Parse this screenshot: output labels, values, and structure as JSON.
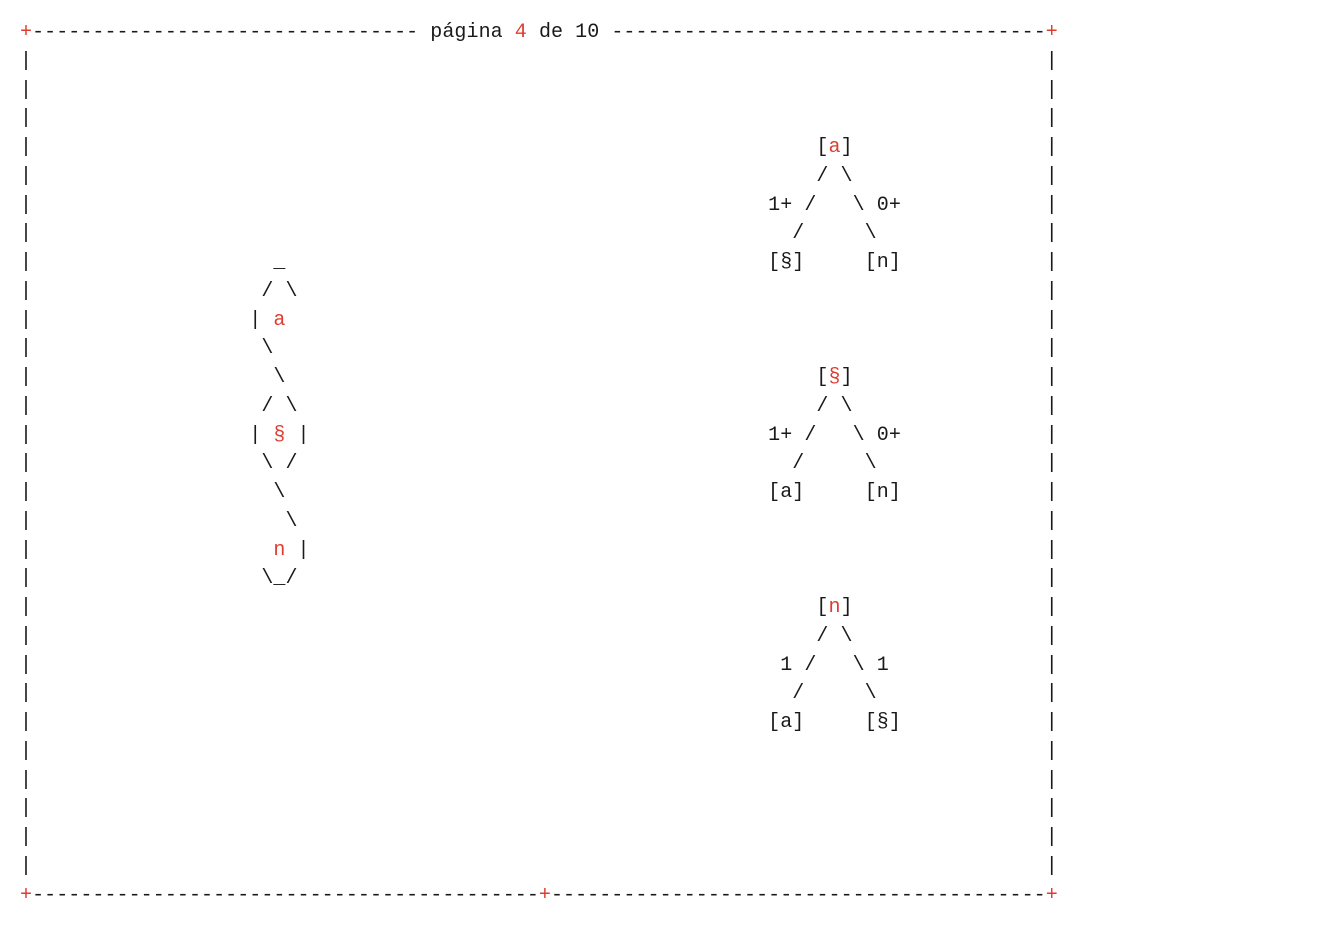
{
  "pager": {
    "word": "página",
    "current": "4",
    "of": "de",
    "total": "10"
  },
  "accent_color": "#e03b2f",
  "text_color": "#1a1a1a",
  "chain": {
    "nodes": [
      "a",
      "§",
      "n"
    ]
  },
  "trees": [
    {
      "root": "a",
      "left_label": "1+",
      "right_label": "0+",
      "left_child": "§",
      "right_child": "n"
    },
    {
      "root": "§",
      "left_label": "1+",
      "right_label": "0+",
      "left_child": "a",
      "right_child": "n"
    },
    {
      "root": "n",
      "left_label": "1",
      "right_label": "1",
      "left_child": "a",
      "right_child": "§"
    }
  ]
}
